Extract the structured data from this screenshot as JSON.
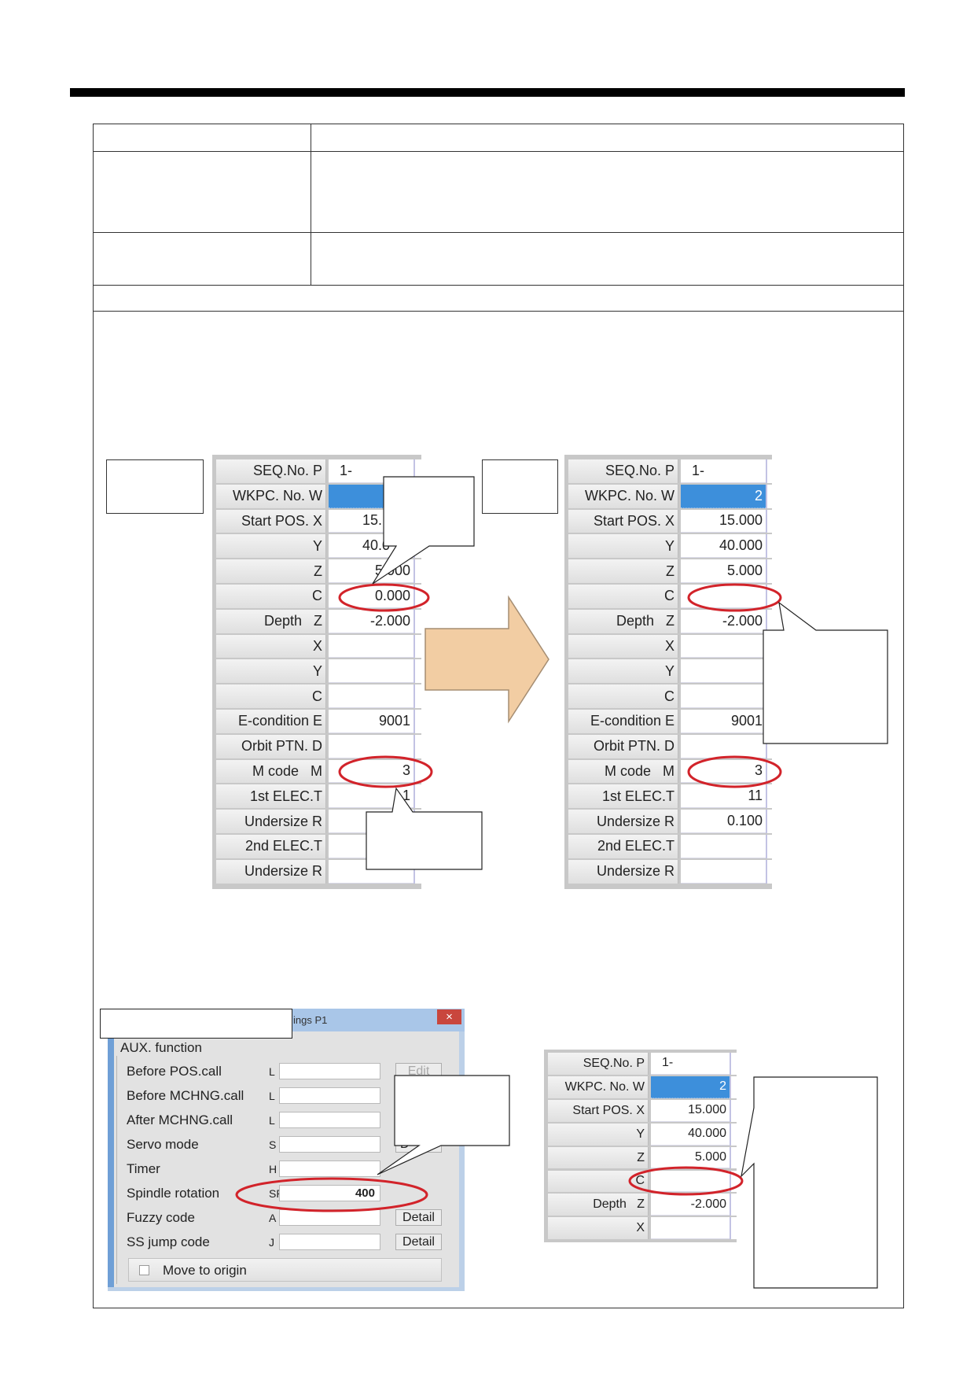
{
  "tables": {
    "before": {
      "rows": [
        {
          "label": "SEQ.No. P",
          "value": "1-"
        },
        {
          "label": "WKPC. No. W",
          "value": "",
          "selected": true
        },
        {
          "label": "Start POS. X",
          "value": "15."
        },
        {
          "label": "Y",
          "value": "40.0"
        },
        {
          "label": "Z",
          "value": "5.000"
        },
        {
          "label": "C",
          "value": "0.000"
        },
        {
          "label": "Depth   Z",
          "value": "-2.000"
        },
        {
          "label": "X",
          "value": ""
        },
        {
          "label": "Y",
          "value": ""
        },
        {
          "label": "C",
          "value": ""
        },
        {
          "label": "E-condition E",
          "value": "9001"
        },
        {
          "label": "Orbit PTN. D",
          "value": ""
        },
        {
          "label": "M code   M",
          "value": "3"
        },
        {
          "label": "1st ELEC.T",
          "value": "1"
        },
        {
          "label": "Undersize R",
          "value": ""
        },
        {
          "label": "2nd ELEC.T",
          "value": ""
        },
        {
          "label": "Undersize R",
          "value": ""
        }
      ]
    },
    "after": {
      "rows": [
        {
          "label": "SEQ.No. P",
          "value": "1-"
        },
        {
          "label": "WKPC. No. W",
          "value": "2",
          "selected": true
        },
        {
          "label": "Start POS. X",
          "value": "15.000"
        },
        {
          "label": "Y",
          "value": "40.000"
        },
        {
          "label": "Z",
          "value": "5.000"
        },
        {
          "label": "C",
          "value": ""
        },
        {
          "label": "Depth   Z",
          "value": "-2.000"
        },
        {
          "label": "X",
          "value": ""
        },
        {
          "label": "Y",
          "value": ""
        },
        {
          "label": "C",
          "value": ""
        },
        {
          "label": "E-condition E",
          "value": "9001"
        },
        {
          "label": "Orbit PTN. D",
          "value": ""
        },
        {
          "label": "M code   M",
          "value": "3"
        },
        {
          "label": "1st ELEC.T",
          "value": "11"
        },
        {
          "label": "Undersize R",
          "value": "0.100"
        },
        {
          "label": "2nd ELEC.T",
          "value": ""
        },
        {
          "label": "Undersize R",
          "value": ""
        }
      ]
    },
    "bottom": {
      "rows": [
        {
          "label": "SEQ.No. P",
          "value": "1-"
        },
        {
          "label": "WKPC. No. W",
          "value": "2",
          "selected": true
        },
        {
          "label": "Start POS. X",
          "value": "15.000"
        },
        {
          "label": "Y",
          "value": "40.000"
        },
        {
          "label": "Z",
          "value": "5.000"
        },
        {
          "label": "C",
          "value": ""
        },
        {
          "label": "Depth   Z",
          "value": "-2.000"
        },
        {
          "label": "X",
          "value": ""
        }
      ]
    }
  },
  "dialog": {
    "title": "ings P1",
    "close_icon": "×",
    "group_title": "AUX. function",
    "rows": [
      {
        "label": "Before POS.call",
        "code": "L",
        "value": "",
        "button": "Edit",
        "button_disabled": true
      },
      {
        "label": "Before MCHNG.call",
        "code": "L",
        "value": ""
      },
      {
        "label": "After MCHNG.call",
        "code": "L",
        "value": ""
      },
      {
        "label": "Servo mode",
        "code": "S",
        "value": "",
        "button": "D"
      },
      {
        "label": "Timer",
        "code": "H",
        "value": ""
      },
      {
        "label": "Spindle rotation",
        "code": "SP",
        "value": "400"
      },
      {
        "label": "Fuzzy code",
        "code": "A",
        "value": "",
        "button": "Detail"
      },
      {
        "label": "SS jump code",
        "code": "J",
        "value": "",
        "button": "Detail"
      }
    ],
    "checkbox_label": "Move to origin",
    "checkbox_checked": false
  },
  "colors": {
    "selected_cell": "#3d8fdb",
    "highlight_ellipse": "#d2232a",
    "arrow_fill": "#f2cda3",
    "dialog_titlebar": "#a9c6e8",
    "close_button": "#c9463d"
  },
  "icons": {
    "arrow": "right-arrow-icon",
    "close": "close-icon",
    "checkbox": "checkbox-icon"
  }
}
